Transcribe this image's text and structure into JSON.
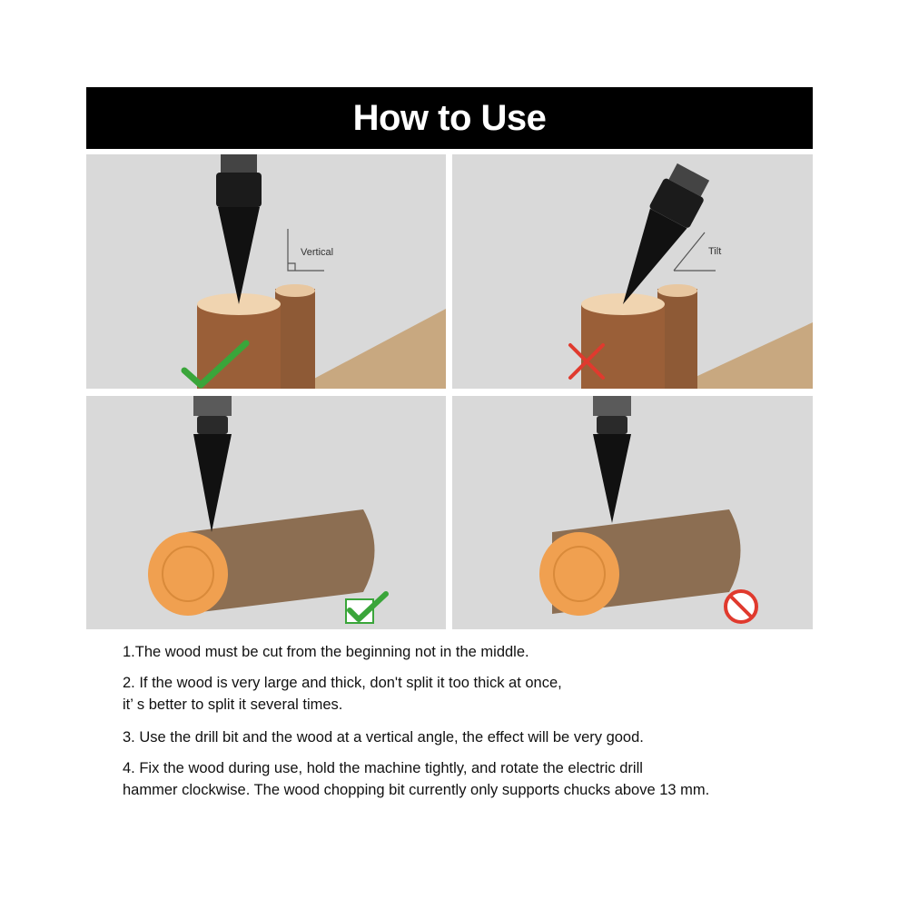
{
  "title": "How to Use",
  "panels": [
    {
      "label": "Vertical",
      "result": "check-icon"
    },
    {
      "label": "Tilt",
      "result": "cross-icon"
    },
    {
      "label": "",
      "result": "check-box-icon"
    },
    {
      "label": "",
      "result": "prohibited-icon"
    }
  ],
  "notes": [
    "1.The wood must be cut from the beginning not in the middle.",
    "2. If the wood is very large and thick, don't split it too thick at once,\nit’  s better to split it several times.",
    "3. Use the drill bit and the wood at a vertical angle, the effect will be very good.",
    "4. Fix the wood during use, hold the machine tightly, and rotate the electric drill\nhammer clockwise. The wood chopping bit currently only supports chucks above 13 mm."
  ],
  "colors": {
    "banner": "#000000",
    "panel_bg": "#d9d9d9",
    "check": "#3aa53a",
    "cross": "#e03a2e",
    "wood": "#a0623a",
    "cut_face": "#f0a050"
  }
}
